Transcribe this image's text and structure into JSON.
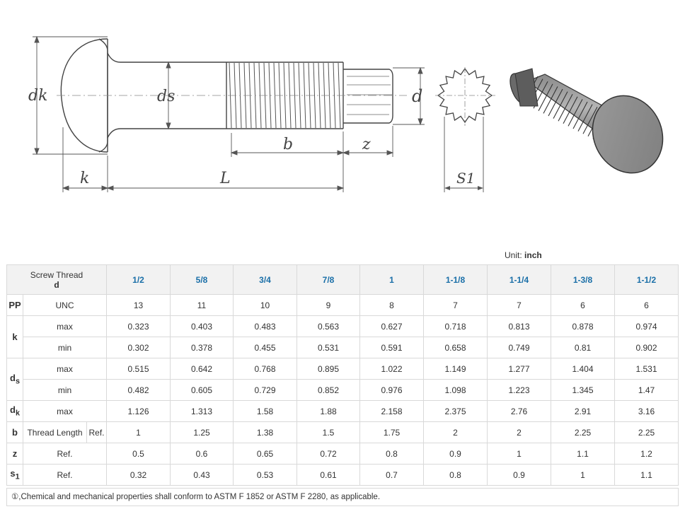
{
  "diagram": {
    "labels": {
      "dk": "dk",
      "ds": "ds",
      "b": "b",
      "z": "z",
      "d": "d",
      "k": "k",
      "L": "L",
      "s1": "S1"
    }
  },
  "unit": {
    "label": "Unit:",
    "value": "inch"
  },
  "table": {
    "header_title": "Screw Thread",
    "header_symbol": "d",
    "sizes": [
      "1/2",
      "5/8",
      "3/4",
      "7/8",
      "1",
      "1-1/8",
      "1-1/4",
      "1-3/8",
      "1-1/2"
    ],
    "rows": {
      "pp": {
        "symbol": "PP",
        "label": "UNC",
        "values": [
          "13",
          "11",
          "10",
          "9",
          "8",
          "7",
          "7",
          "6",
          "6"
        ]
      },
      "k_max": {
        "symbol": "k",
        "label": "max",
        "values": [
          "0.323",
          "0.403",
          "0.483",
          "0.563",
          "0.627",
          "0.718",
          "0.813",
          "0.878",
          "0.974"
        ]
      },
      "k_min": {
        "label": "min",
        "values": [
          "0.302",
          "0.378",
          "0.455",
          "0.531",
          "0.591",
          "0.658",
          "0.749",
          "0.81",
          "0.902"
        ]
      },
      "ds_max": {
        "symbol": "d",
        "symbol_sub": "s",
        "label": "max",
        "values": [
          "0.515",
          "0.642",
          "0.768",
          "0.895",
          "1.022",
          "1.149",
          "1.277",
          "1.404",
          "1.531"
        ]
      },
      "ds_min": {
        "label": "min",
        "values": [
          "0.482",
          "0.605",
          "0.729",
          "0.852",
          "0.976",
          "1.098",
          "1.223",
          "1.345",
          "1.47"
        ]
      },
      "dk_max": {
        "symbol": "d",
        "symbol_sub": "k",
        "label": "max",
        "values": [
          "1.126",
          "1.313",
          "1.58",
          "1.88",
          "2.158",
          "2.375",
          "2.76",
          "2.91",
          "3.16"
        ]
      },
      "b": {
        "symbol": "b",
        "label": "Thread Length",
        "label2": "Ref.",
        "values": [
          "1",
          "1.25",
          "1.38",
          "1.5",
          "1.75",
          "2",
          "2",
          "2.25",
          "2.25"
        ]
      },
      "z": {
        "symbol": "z",
        "label": "Ref.",
        "values": [
          "0.5",
          "0.6",
          "0.65",
          "0.72",
          "0.8",
          "0.9",
          "1",
          "1.1",
          "1.2"
        ]
      },
      "s1": {
        "symbol": "s",
        "symbol_sub": "1",
        "label": "Ref.",
        "values": [
          "0.32",
          "0.43",
          "0.53",
          "0.61",
          "0.7",
          "0.8",
          "0.9",
          "1",
          "1.1"
        ]
      }
    }
  },
  "note": "①,Chemical and mechanical properties shall conform to ASTM F 1852 or ASTM F 2280, as applicable."
}
